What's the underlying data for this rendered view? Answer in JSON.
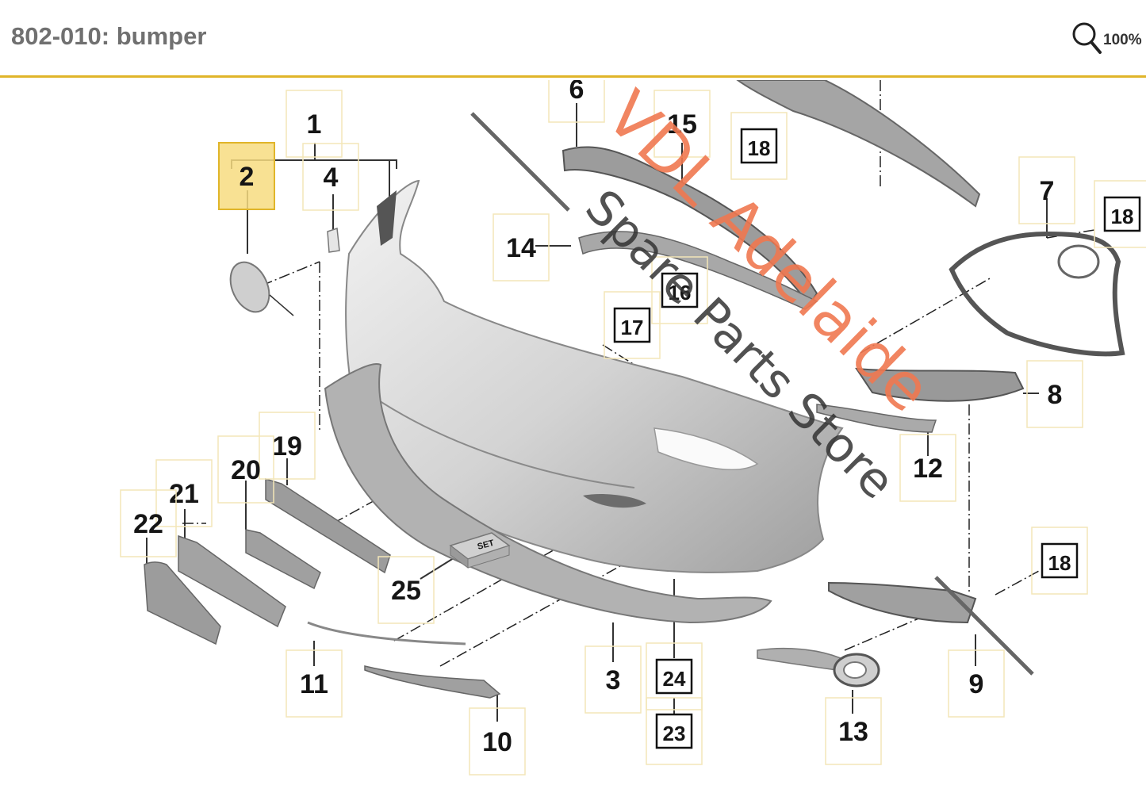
{
  "header": {
    "title": "802-010: bumper",
    "zoom_label": "100%",
    "accent_color": "#e0b52a",
    "zoom_icon": "magnifier-icon"
  },
  "watermark": {
    "line1": "VDL Adelaide",
    "line2": "Spare Parts Store",
    "line1_color": "#f07850",
    "line2_color": "#333333"
  },
  "callouts": [
    {
      "id": "c1",
      "label": "1",
      "boxed": false,
      "highlighted": false
    },
    {
      "id": "c2",
      "label": "2",
      "boxed": false,
      "highlighted": true
    },
    {
      "id": "c3",
      "label": "3",
      "boxed": false,
      "highlighted": false
    },
    {
      "id": "c4",
      "label": "4",
      "boxed": false,
      "highlighted": false
    },
    {
      "id": "c6",
      "label": "6",
      "boxed": false,
      "highlighted": false
    },
    {
      "id": "c7",
      "label": "7",
      "boxed": false,
      "highlighted": false
    },
    {
      "id": "c8",
      "label": "8",
      "boxed": false,
      "highlighted": false
    },
    {
      "id": "c9",
      "label": "9",
      "boxed": false,
      "highlighted": false
    },
    {
      "id": "c10",
      "label": "10",
      "boxed": false,
      "highlighted": false
    },
    {
      "id": "c11",
      "label": "11",
      "boxed": false,
      "highlighted": false
    },
    {
      "id": "c12",
      "label": "12",
      "boxed": false,
      "highlighted": false
    },
    {
      "id": "c13",
      "label": "13",
      "boxed": false,
      "highlighted": false
    },
    {
      "id": "c14",
      "label": "14",
      "boxed": false,
      "highlighted": false
    },
    {
      "id": "c15",
      "label": "15",
      "boxed": false,
      "highlighted": false
    },
    {
      "id": "c16",
      "label": "16",
      "boxed": true,
      "highlighted": false
    },
    {
      "id": "c17",
      "label": "17",
      "boxed": true,
      "highlighted": false
    },
    {
      "id": "c18a",
      "label": "18",
      "boxed": true,
      "highlighted": false
    },
    {
      "id": "c18b",
      "label": "18",
      "boxed": true,
      "highlighted": false
    },
    {
      "id": "c18c",
      "label": "18",
      "boxed": true,
      "highlighted": false
    },
    {
      "id": "c19",
      "label": "19",
      "boxed": false,
      "highlighted": false
    },
    {
      "id": "c20",
      "label": "20",
      "boxed": false,
      "highlighted": false
    },
    {
      "id": "c21",
      "label": "21",
      "boxed": false,
      "highlighted": false
    },
    {
      "id": "c22",
      "label": "22",
      "boxed": false,
      "highlighted": false
    },
    {
      "id": "c23",
      "label": "23",
      "boxed": true,
      "highlighted": false
    },
    {
      "id": "c24",
      "label": "24",
      "boxed": true,
      "highlighted": false
    },
    {
      "id": "c25",
      "label": "25",
      "boxed": false,
      "highlighted": false
    }
  ],
  "parts": {
    "set_label": "SET"
  }
}
